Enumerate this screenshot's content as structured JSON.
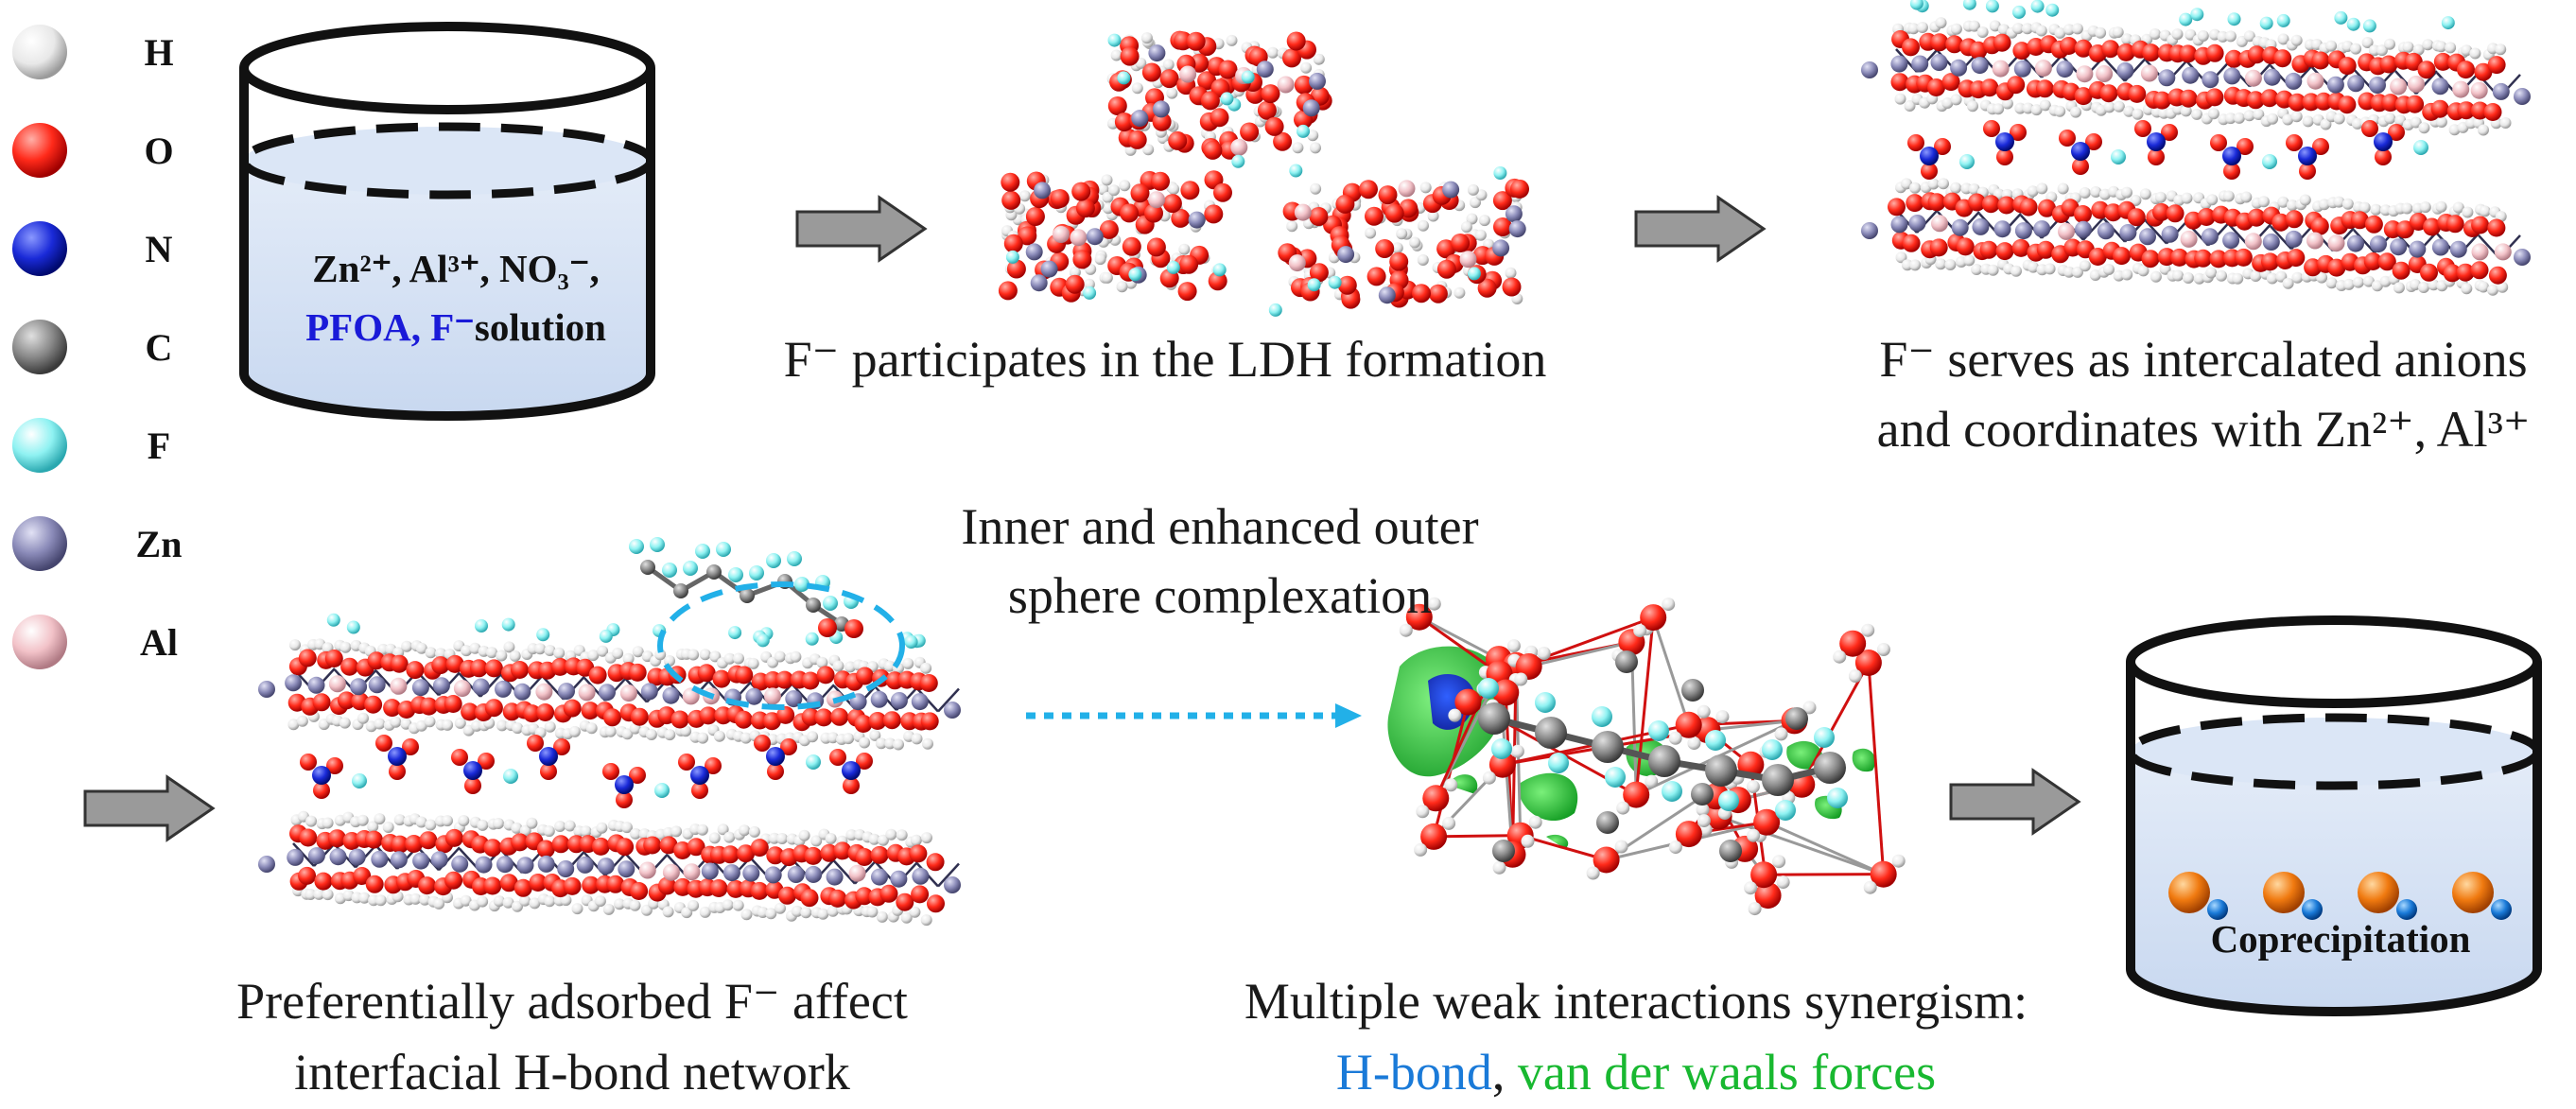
{
  "legend": [
    {
      "label": "H",
      "color": "#e8e8e8",
      "dark": "#9a9a9a"
    },
    {
      "label": "O",
      "color": "#ff2a1a",
      "dark": "#a00000"
    },
    {
      "label": "N",
      "color": "#1a2ad8",
      "dark": "#000a70"
    },
    {
      "label": "C",
      "color": "#8a8a8a",
      "dark": "#3a3a3a"
    },
    {
      "label": "F",
      "color": "#8ff2f2",
      "dark": "#2aa8b0"
    },
    {
      "label": "Zn",
      "color": "#8a8ab8",
      "dark": "#45456e"
    },
    {
      "label": "Al",
      "color": "#f2c2c8",
      "dark": "#b07a84"
    }
  ],
  "beaker1": {
    "line1": "Zn²⁺, Al³⁺, NO₃⁻,",
    "line2_colored": "PFOA, F⁻",
    "line2_rest": "solution",
    "highlight_color": "#1a1ad8"
  },
  "captions": {
    "step1": "F⁻ participates in the LDH formation",
    "step2_line1": "F⁻ serves as intercalated anions",
    "step2_line2": "and coordinates with Zn²⁺, Al³⁺",
    "inner_line1": "Inner and enhanced outer",
    "inner_line2": "sphere complexation",
    "adsorbed_line1": "Preferentially adsorbed F⁻ affect",
    "adsorbed_line2": "interfacial H-bond network",
    "weak_line1": "Multiple weak interactions synergism:",
    "weak_hbond": "H-bond",
    "weak_sep": ", ",
    "weak_vdw": "van der waals forces",
    "hbond_color": "#1a7ad8",
    "vdw_color": "#18b830"
  },
  "beaker2": {
    "label": "Coprecipitation"
  },
  "colors": {
    "dashed_arrow": "#22b0e8",
    "arrow_fill": "#9a9a9a"
  }
}
